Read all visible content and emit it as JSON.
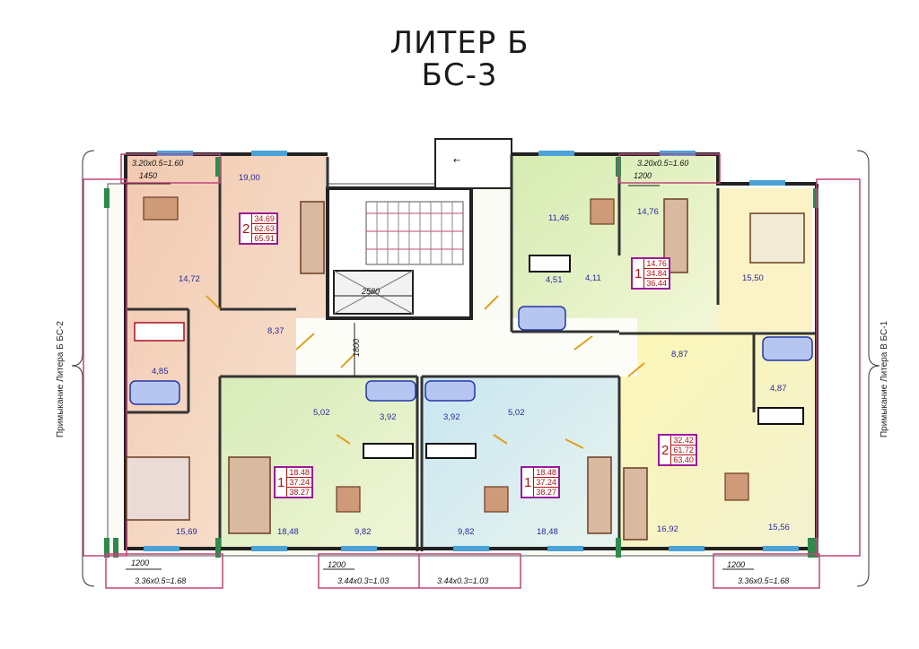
{
  "header": {
    "title": "ЛИТЕР Б",
    "subtitle": "БС-3"
  },
  "adjacency": {
    "left": "Примыкание Литера Б  БС-2",
    "right": "Примыкание Литера В  БС-1"
  },
  "apartments": [
    {
      "id": "apt-left-top",
      "rooms": "2",
      "values": [
        "34.69",
        "62.63",
        "65.91"
      ]
    },
    {
      "id": "apt-right-top",
      "rooms": "1",
      "values": [
        "14.76",
        "34.84",
        "36.44"
      ]
    },
    {
      "id": "apt-center-left",
      "rooms": "1",
      "values": [
        "18.48",
        "37.24",
        "38.27"
      ]
    },
    {
      "id": "apt-center-right",
      "rooms": "1",
      "values": [
        "18.48",
        "37.24",
        "38.27"
      ]
    },
    {
      "id": "apt-right-bottom",
      "rooms": "2",
      "values": [
        "32.42",
        "61.72",
        "63.40"
      ]
    }
  ],
  "room_areas": {
    "a1900": "19,00",
    "a1472": "14,72",
    "a837": "8,37",
    "a485": "4,85",
    "a1569": "15,69",
    "a1848l": "18,48",
    "a502l": "5,02",
    "a392l": "3,92",
    "a982l": "9,82",
    "a392r": "3,92",
    "a502r": "5,02",
    "a982r": "9,82",
    "a1848r": "18,48",
    "a1146": "11,46",
    "a1476": "14,76",
    "a451": "4,51",
    "a411": "4,11",
    "a1550": "15,50",
    "a887": "8,87",
    "a487": "4,87",
    "a1692": "16,92",
    "a1556": "15,56"
  },
  "dimensions": {
    "balc_tl": "3.20x0.5=1.60",
    "d1450": "1450",
    "balc_tr": "3.20x0.5=1.60",
    "d1200tr": "1200",
    "d2580": "2580",
    "d1800": "1800",
    "d1200bl": "1200",
    "balc_bl": "3.36x0.5=1.68",
    "d1200bc": "1200",
    "balc_bc1": "3.44x0.3=1.03",
    "balc_bc2": "3.44x0.3=1.03",
    "d1200br": "1200",
    "balc_br": "3.36x0.5=1.68"
  },
  "colors": {
    "wall": "#222222",
    "balcony": "#c0457a",
    "window": "#4aa3d6",
    "apt_border": "#9b1a9b",
    "apt_text": "#b21212",
    "zone_left": "#f6d7c3",
    "zone_right_green": "#e3f1c6",
    "zone_right_yellow": "#fbf6c4",
    "zone_center": "#e6f2c6",
    "zone_center_blue": "#d9eef6"
  }
}
